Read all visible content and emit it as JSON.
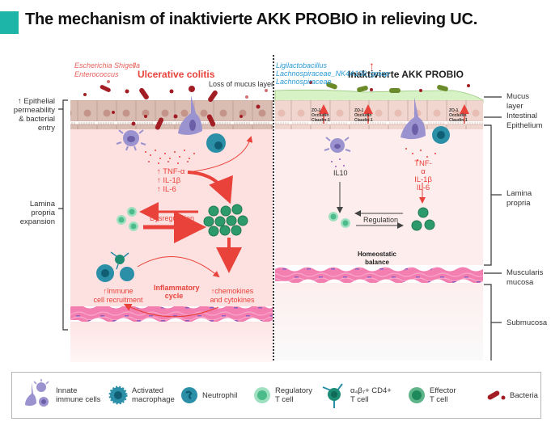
{
  "title": "The mechanism of inaktivierte AKK PROBIO in relieving UC.",
  "colors": {
    "accent": "#1db5a7",
    "uc_red": "#e8423a",
    "probio_blue": "#2a9bd6",
    "tissue_pink": "#fde0e0",
    "mucus_green": "#d7f2c4"
  },
  "left_panel": {
    "title": "Ulcerative colitis",
    "bacteria_up": [
      "Escherichia Shigella",
      "Enterococcus"
    ],
    "mucus_loss": "Loss of mucus layer",
    "cytokines": [
      "↑ TNF-α",
      "↑ IL-1β",
      "↑ IL-6"
    ],
    "dysregulation": "Dysregulation",
    "inflammatory_cycle": "Inflammatory cycle",
    "immune_recruitment": [
      "↑Immune",
      "cell recruitment"
    ],
    "chemokines": [
      "↑chemokines",
      "and cytokines"
    ],
    "side_labels": {
      "permeability": [
        "↑ Epithelial",
        "permeability",
        "& bacterial",
        "entry"
      ],
      "lamina_expansion": [
        "Lamina",
        "propria",
        "expansion"
      ]
    }
  },
  "right_panel": {
    "title": "Inaktivierte AKK PROBIO",
    "bacteria_up": [
      "Ligilactobacillus",
      "Lachnospiraceae_NK4A136_group",
      "Lachnospiraceae"
    ],
    "tight_junctions": [
      "ZO-1",
      "Occludin",
      "Claudin-1"
    ],
    "il10": "IL10",
    "cytokines": [
      "TNF-α",
      "IL-1β",
      "IL-6"
    ],
    "regulation": "Regulation",
    "homeostatic": [
      "Homeostatic",
      "balance"
    ],
    "side_labels": {
      "mucus": [
        "Mucus",
        "layer"
      ],
      "epithelium": [
        "Intestinal",
        "Epithelium"
      ],
      "lamina": [
        "Lamina",
        "propria"
      ],
      "muscularis": [
        "Muscularis",
        "mucosa"
      ],
      "submucosa": "Submucosa"
    }
  },
  "legend": [
    {
      "icon": "innate-immune-cells-icon",
      "label": [
        "Innate",
        "immune cells"
      ]
    },
    {
      "icon": "activated-macrophage-icon",
      "label": [
        "Activated",
        "macrophage"
      ]
    },
    {
      "icon": "neutrophil-icon",
      "label": [
        "Neutrophil"
      ]
    },
    {
      "icon": "regulatory-t-cell-icon",
      "label": [
        "Regulatory",
        "T cell"
      ]
    },
    {
      "icon": "a4b7-cd4-t-cell-icon",
      "label": [
        "α₄β₇+ CD4+",
        "T cell"
      ]
    },
    {
      "icon": "effector-t-cell-icon",
      "label": [
        "Effector",
        "T cell"
      ]
    },
    {
      "icon": "bacteria-icon",
      "label": [
        "Bacteria"
      ]
    }
  ]
}
